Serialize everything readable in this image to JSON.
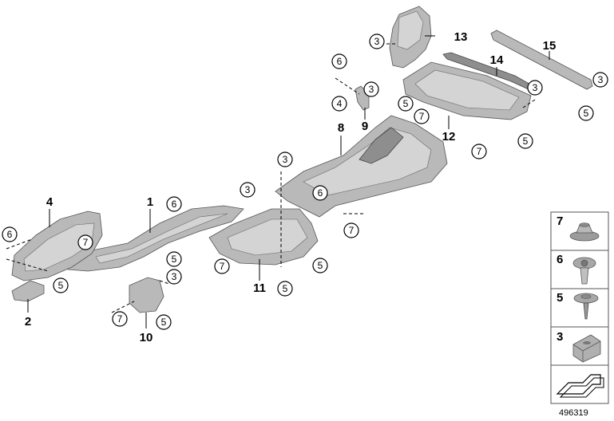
{
  "labels": {
    "p1": "1",
    "p2": "2",
    "p4": "4",
    "p8": "8",
    "p9": "9",
    "p10": "10",
    "p11": "11",
    "p12": "12",
    "p13": "13",
    "p14": "14",
    "p15": "15"
  },
  "callouts": {
    "c3_a": "3",
    "c3_b": "3",
    "c3_c": "3",
    "c3_d": "3",
    "c3_e": "3",
    "c3_f": "3",
    "c3_g": "3",
    "c4_a": "4",
    "c5_a": "5",
    "c5_b": "5",
    "c5_c": "5",
    "c5_d": "5",
    "c5_e": "5",
    "c5_f": "5",
    "c5_g": "5",
    "c5_h": "5",
    "c5_i": "5",
    "c6_a": "6",
    "c6_b": "6",
    "c6_c": "6",
    "c6_d": "6",
    "c7_a": "7",
    "c7_b": "7",
    "c7_c": "7",
    "c7_d": "7",
    "c7_e": "7",
    "c7_f": "7"
  },
  "legend": {
    "items": [
      "7",
      "6",
      "5",
      "3"
    ]
  },
  "figure_id": "496319"
}
